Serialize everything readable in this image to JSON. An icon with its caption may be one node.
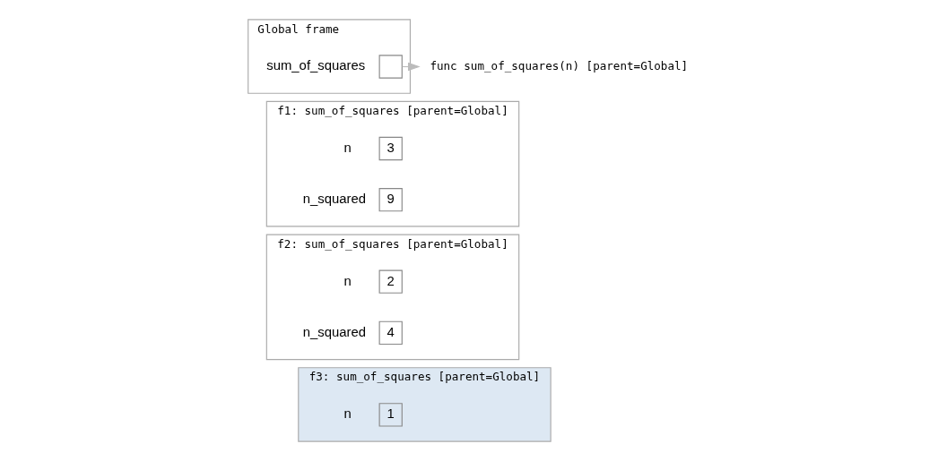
{
  "diagram": {
    "nodes": [
      {
        "text": [
          "Global frame"
        ]
      },
      {
        "text": [],
        "shape": "box",
        "in": 0,
        "beside": [
          "sum_of_squares"
        ]
      },
      {
        "text": [
          "func sum_of_squares(n) [parent=Global]"
        ]
      },
      {
        "text": [
          "f1: sum_of_squares [parent=Global]"
        ]
      },
      {
        "text": [
          "3"
        ],
        "in": 3,
        "beside": [
          "n"
        ]
      },
      {
        "text": [
          "9"
        ],
        "in": 3,
        "beside": [
          "n_squared"
        ]
      },
      {
        "text": [
          "f2: sum_of_squares [parent=Global]"
        ]
      },
      {
        "text": [
          "2"
        ],
        "in": 6,
        "beside": [
          "n"
        ]
      },
      {
        "text": [
          "4"
        ],
        "in": 6,
        "beside": [
          "n_squared"
        ]
      },
      {
        "text": [
          "f3: sum_of_squares [parent=Global]"
        ]
      },
      {
        "text": [
          "1"
        ],
        "in": 9,
        "beside": [
          "n"
        ]
      }
    ],
    "edges": [
      {
        "from": 1,
        "to": 2,
        "arrow": "to",
        "color": "#bbbbbb"
      }
    ]
  }
}
